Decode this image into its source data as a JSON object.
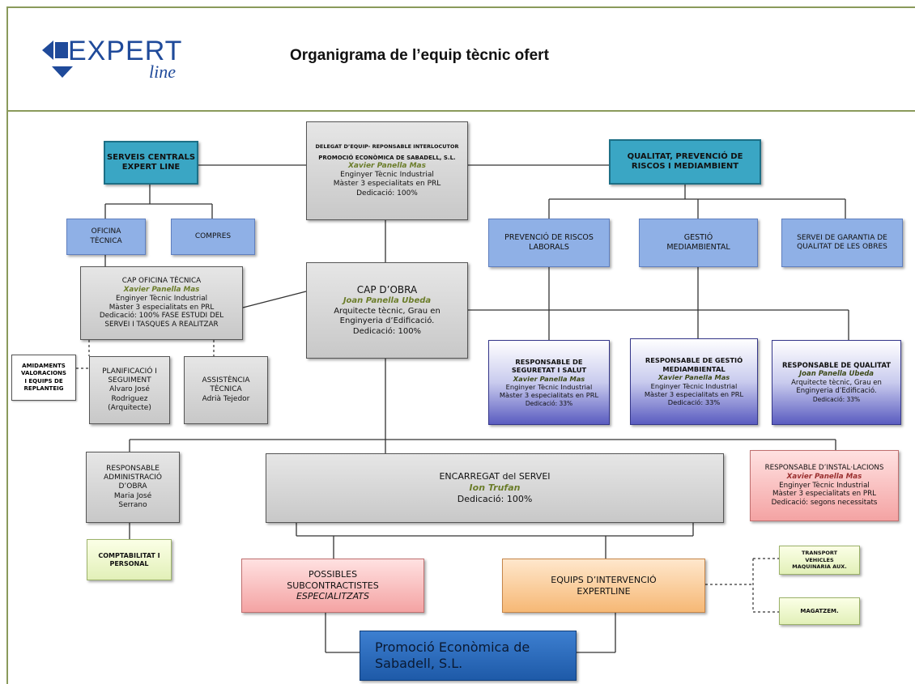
{
  "header": {
    "logo_word": "EXPERT",
    "logo_sub": "line",
    "title": "Organigrama de l’equip tècnic ofert"
  },
  "boxes": {
    "delegat": {
      "line1": "DELEGAT D’EQUIP- REPONSABLE INTERLOCUTOR",
      "line2": "PROMOCIÓ ECONÒMICA DE SABADELL, S.L.",
      "name": "Xavier Panella Mas",
      "line3": "Enginyer Tècnic Industrial",
      "line4": "Màster 3 especialitats en PRL",
      "line5": "Dedicació: 100%"
    },
    "serveis_centrals": {
      "line1": "SERVEIS CENTRALS",
      "line2": "EXPERT LINE"
    },
    "qualitat": {
      "line1": "QUALITAT, PREVENCIÓ DE",
      "line2": "RISCOS I MEDIAMBIENT"
    },
    "oficina_tecnica": {
      "line1": "OFICINA",
      "line2": "TÈCNICA"
    },
    "compres": {
      "line1": "COMPRES"
    },
    "prevencio": {
      "line1": "PREVENCIÓ DE RISCOS",
      "line2": "LABORALS"
    },
    "gestio": {
      "line1": "GESTIÓ",
      "line2": "MEDIAMBIENTAL"
    },
    "garantia": {
      "line1": "SERVEI DE GARANTIA DE",
      "line2": "QUALITAT DE LES OBRES"
    },
    "cap_oficina": {
      "line1": "CAP OFICINA TÈCNICA",
      "name": "Xavier Panella Mas",
      "line2": "Enginyer Tècnic Industrial",
      "line3": "Màster 3 especialitats en PRL",
      "line4": "Dedicació: 100% FASE ESTUDI DEL",
      "line5": "SERVEI I TASQUES A REALITZAR"
    },
    "cap_obra": {
      "line1": "CAP D’OBRA",
      "name": "Joan Panella Ubeda",
      "line2": "Arquitecte tècnic, Grau en",
      "line3": "Enginyeria d’Edificació.",
      "line4": "Dedicació: 100%"
    },
    "amidaments": {
      "line1": "AMIDAMENTS",
      "line2": "VALORACIONS",
      "line3": "I EQUIPS DE",
      "line4": "REPLANTEIG"
    },
    "planificacio": {
      "line1": "PLANIFICACIÓ I",
      "line2": "SEGUIMENT",
      "line3": "Alvaro José",
      "line4": "Rodriguez",
      "line5": "(Arquitecte)"
    },
    "assistencia": {
      "line1": "ASSISTÈNCIA",
      "line2": "TÈCNICA",
      "line3": "Adrià Tejedor"
    },
    "resp_seguretat": {
      "line1": "RESPONSABLE DE",
      "line2": "SEGURETAT I SALUT",
      "name": "Xavier Panella Mas",
      "line3": "Enginyer Tècnic Industrial",
      "line4": "Màster 3 especialitats en PRL",
      "line5": "Dedicació: 33%"
    },
    "resp_gestio": {
      "line1": "RESPONSABLE DE GESTIÓ",
      "line2": "MEDIAMBIENTAL",
      "name": "Xavier Panella Mas",
      "line3": "Enginyer Tècnic Industrial",
      "line4": "Màster 3 especialitats en PRL",
      "line5": "Dedicació: 33%"
    },
    "resp_qualitat": {
      "line1": "RESPONSABLE DE QUALITAT",
      "name": "Joan Panella Ubeda",
      "line2": "Arquitecte tècnic, Grau en",
      "line3": "Enginyeria d’Edificació.",
      "line4": "Dedicació: 33%"
    },
    "resp_admin": {
      "line1": "RESPONSABLE",
      "line2": "ADMINISTRACIÓ",
      "line3": "D’OBRA",
      "line4": "Maria José",
      "line5": "Serrano"
    },
    "encarregat": {
      "line1": "ENCARREGAT del SERVEI",
      "name": "Ion Trufan",
      "line2": "Dedicació: 100%"
    },
    "resp_instal": {
      "line1": "RESPONSABLE D’INSTAL·LACIONS",
      "name": "Xavier Panella Mas",
      "line2": "Enginyer Tècnic Industrial",
      "line3": "Màster 3 especialitats en PRL",
      "line4": "Dedicació: segons necessitats"
    },
    "comptabilitat": {
      "line1": "COMPTABILITAT I",
      "line2": "PERSONAL"
    },
    "subcontractistes": {
      "line1": "POSSIBLES",
      "line2": "SUBCONTRACTISTES",
      "line3": "ESPECIALITZATS"
    },
    "equips": {
      "line1": "EQUIPS D’INTERVENCIÓ",
      "line2": "EXPERTLINE"
    },
    "transport": {
      "line1": "TRANSPORT",
      "line2": "VEHICLES",
      "line3": "MAQUINARIA AUX."
    },
    "magatzem": {
      "line1": "MAGATZEM."
    },
    "promocio": {
      "line1": "Promoció Econòmica de",
      "line2": "Sabadell, S.L."
    }
  },
  "colors": {
    "teal": "#3aa6c4",
    "blue": "#8fb0e6",
    "navy": "#5a5cc0",
    "pink": "#f4a3a3",
    "orange": "#f6b875",
    "green": "#e2f0b8",
    "steel": "#1e5aa8",
    "frame": "#8a9a5b"
  }
}
